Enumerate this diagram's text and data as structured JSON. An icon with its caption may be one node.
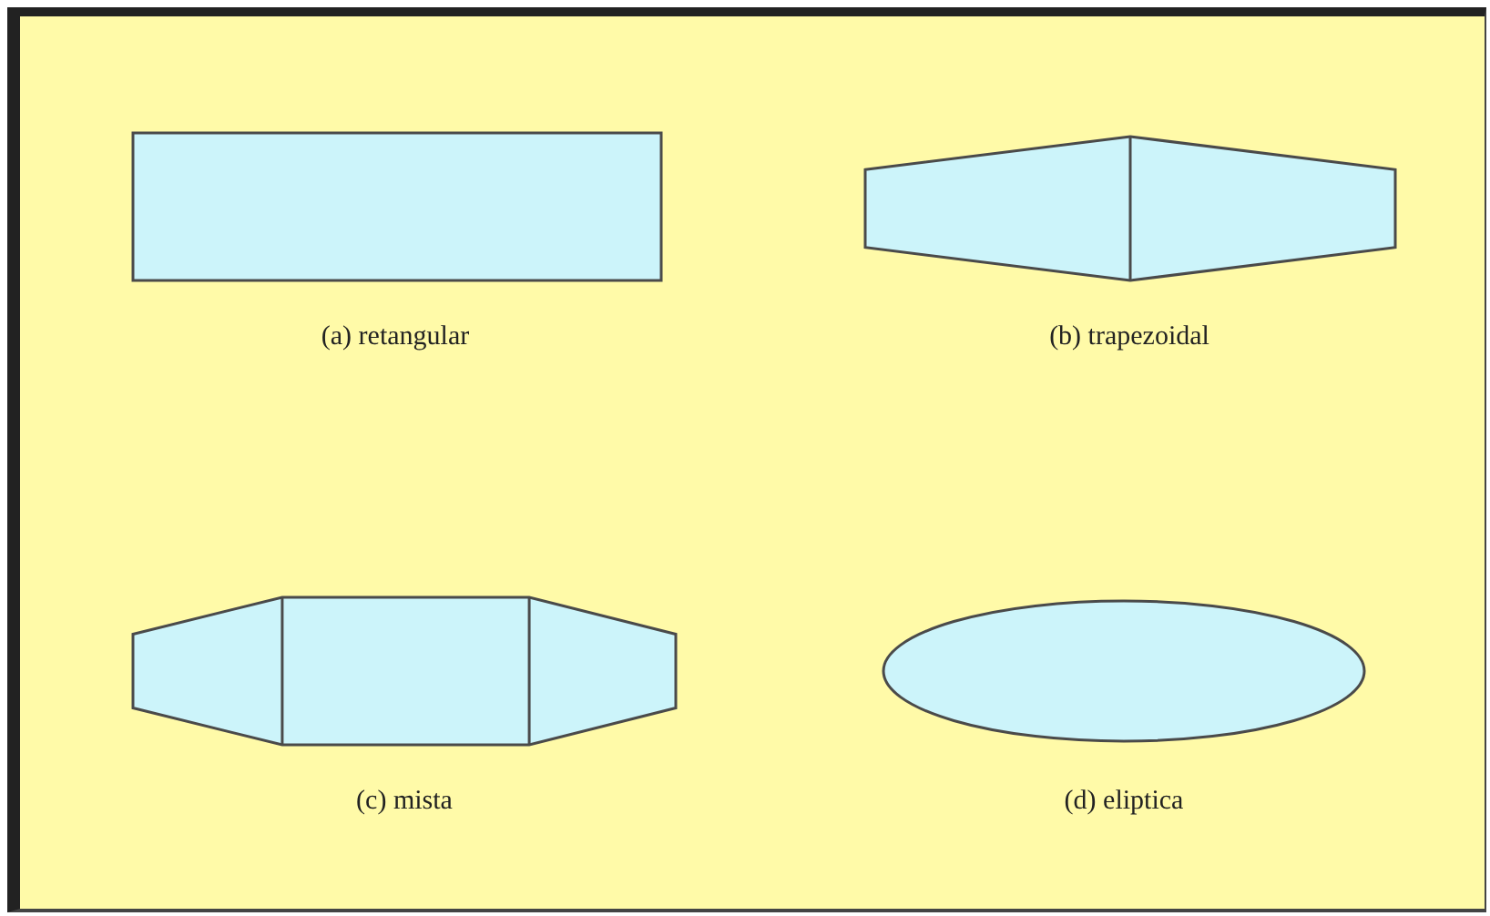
{
  "diagram": {
    "nodes": [
      {
        "text": [],
        "shape": "box",
        "beside": [
          "(a) retangular"
        ]
      },
      {
        "text": [],
        "shape": "hexagon",
        "beside": [
          "(b) trapezoidal"
        ]
      },
      {
        "text": [],
        "shape": "octagon",
        "beside": [
          "(c) mista"
        ]
      },
      {
        "text": [],
        "shape": "ellipse",
        "beside": [
          "(d) eliptica"
        ]
      }
    ]
  }
}
